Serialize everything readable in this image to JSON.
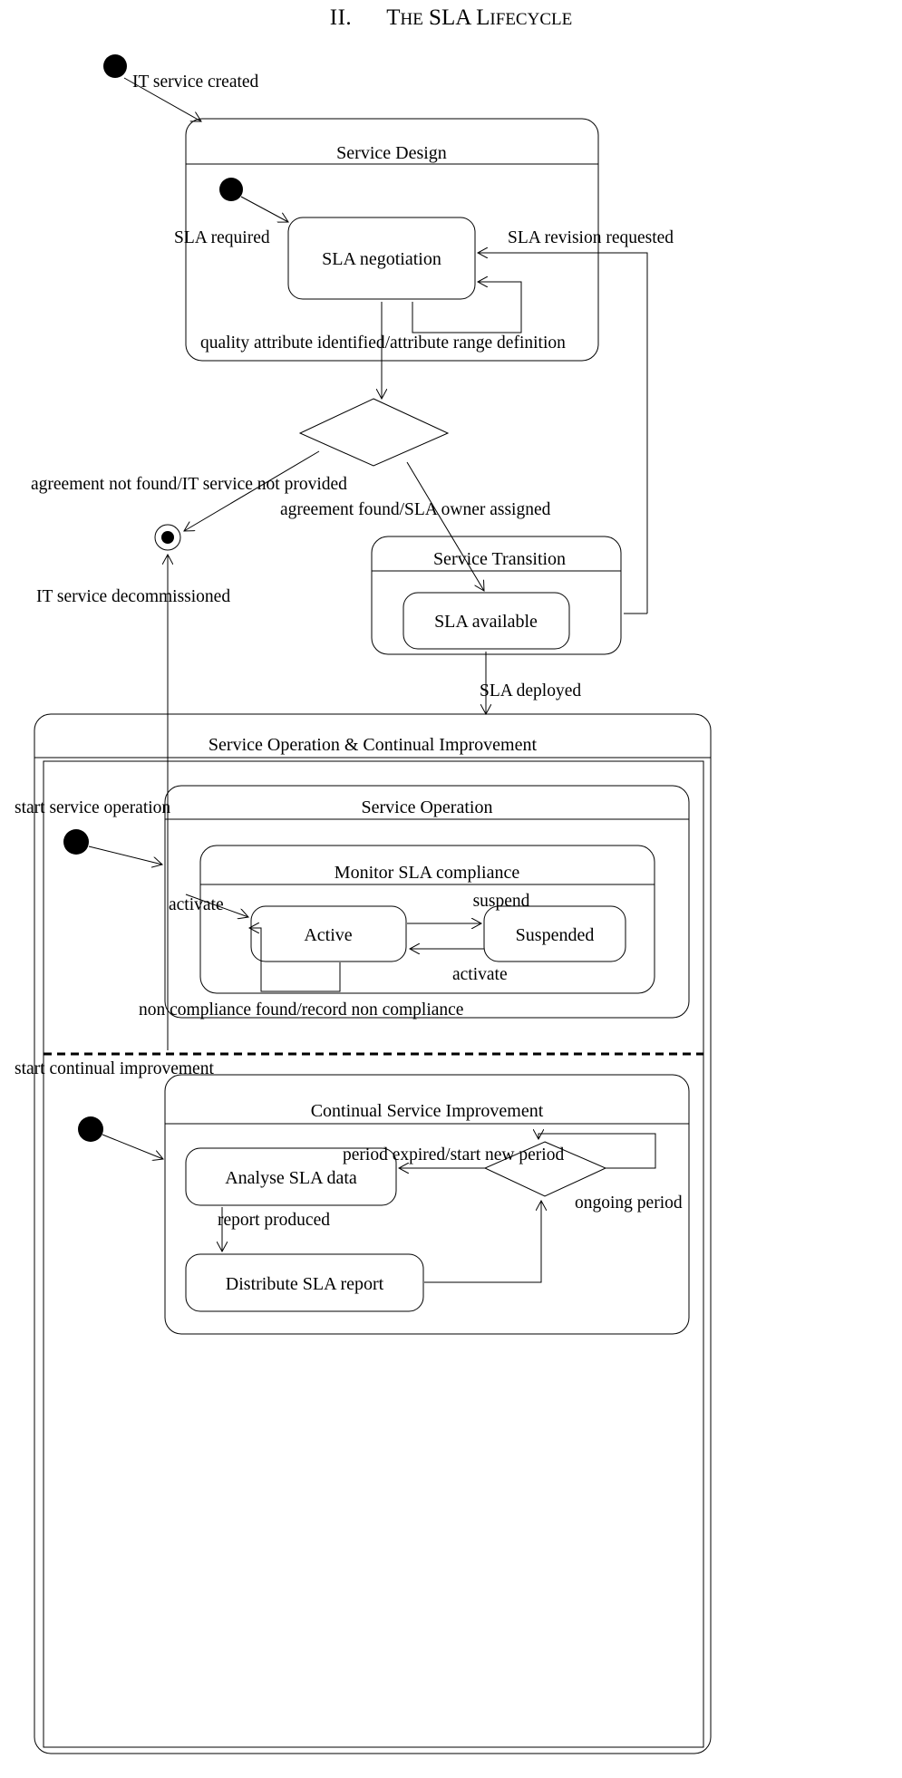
{
  "document": {
    "section_number": "II.",
    "title_words": [
      "T",
      "HE ",
      "SLA L",
      "IFECYCLE"
    ],
    "title_plain": "II.    THE SLA LIFECYCLE",
    "title_first_cap": "T",
    "title_rest_1": "HE",
    "title_second": "SLA L",
    "title_rest_2": "IFECYCLE"
  },
  "diagram": {
    "type": "uml-state-machine",
    "regions": [
      {
        "id": "service-design",
        "label": "Service Design"
      },
      {
        "id": "service-transition",
        "label": "Service Transition"
      },
      {
        "id": "service-operation-continual-improvement",
        "label": "Service Operation & Continual Improvement"
      },
      {
        "id": "service-operation",
        "label": "Service Operation"
      },
      {
        "id": "monitor-sla-compliance",
        "label": "Monitor SLA compliance"
      },
      {
        "id": "continual-service-improvement",
        "label": "Continual Service Improvement"
      }
    ],
    "states": [
      {
        "id": "sla-negotiation",
        "label": "SLA negotiation"
      },
      {
        "id": "sla-available",
        "label": "SLA available"
      },
      {
        "id": "active",
        "label": "Active"
      },
      {
        "id": "suspended",
        "label": "Suspended"
      },
      {
        "id": "analyse-sla-data",
        "label": "Analyse SLA data"
      },
      {
        "id": "distribute-sla-report",
        "label": "Distribute SLA report"
      }
    ],
    "pseudostates": [
      {
        "id": "initial-top",
        "kind": "initial"
      },
      {
        "id": "initial-design",
        "kind": "initial"
      },
      {
        "id": "initial-operation",
        "kind": "initial"
      },
      {
        "id": "initial-improvement",
        "kind": "initial"
      },
      {
        "id": "final-state",
        "kind": "final"
      },
      {
        "id": "choice-agreement",
        "kind": "choice"
      },
      {
        "id": "choice-period",
        "kind": "choice"
      }
    ],
    "transitions": [
      {
        "id": "t1",
        "label": "IT service created"
      },
      {
        "id": "t2",
        "label": "SLA required"
      },
      {
        "id": "t3",
        "label": "SLA revision requested"
      },
      {
        "id": "t4",
        "label": "quality attribute identified/attribute range definition"
      },
      {
        "id": "t5",
        "label": "agreement not found/IT service not provided"
      },
      {
        "id": "t6",
        "label": "agreement found/SLA owner assigned"
      },
      {
        "id": "t7",
        "label": "IT service decommissioned"
      },
      {
        "id": "t8",
        "label": "SLA deployed"
      },
      {
        "id": "t9",
        "label": "start service operation"
      },
      {
        "id": "t10",
        "label": "activate"
      },
      {
        "id": "t11",
        "label": "suspend"
      },
      {
        "id": "t12",
        "label": "activate"
      },
      {
        "id": "t13",
        "label": "non compliance found/record non compliance"
      },
      {
        "id": "t14",
        "label": "start continual improvement"
      },
      {
        "id": "t15",
        "label": "period expired/start new period"
      },
      {
        "id": "t16",
        "label": "ongoing period"
      },
      {
        "id": "t17",
        "label": "report produced"
      }
    ]
  }
}
